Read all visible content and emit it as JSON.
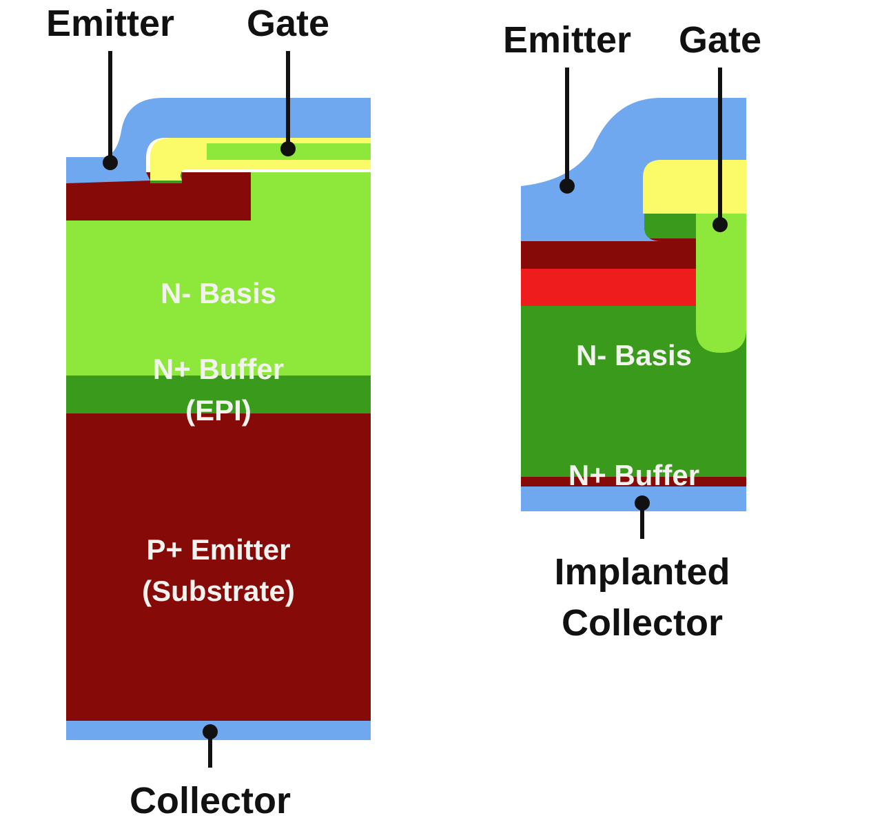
{
  "colors": {
    "metal": "#6fa8ee",
    "gate_poly": "#fbfb6a",
    "n_minus_light": "#8ee83c",
    "n_dark": "#3a9a1c",
    "p_plus": "#860a08",
    "n_plus_red": "#ee1c1c",
    "lead": "#111111",
    "layer_text": "#f2f2ee"
  },
  "left": {
    "emitter_label": "Emitter",
    "gate_label": "Gate",
    "collector_label": "Collector",
    "layers": {
      "n_basis": "N- Basis",
      "n_buffer_line1": "N+ Buffer",
      "n_buffer_line2": "(EPI)",
      "p_emitter_line1": "P+ Emitter",
      "p_emitter_line2": "(Substrate)"
    }
  },
  "right": {
    "emitter_label": "Emitter",
    "gate_label": "Gate",
    "collector_line1": "Implanted",
    "collector_line2": "Collector",
    "layers": {
      "n_basis": "N- Basis",
      "n_buffer": "N+ Buffer"
    }
  }
}
